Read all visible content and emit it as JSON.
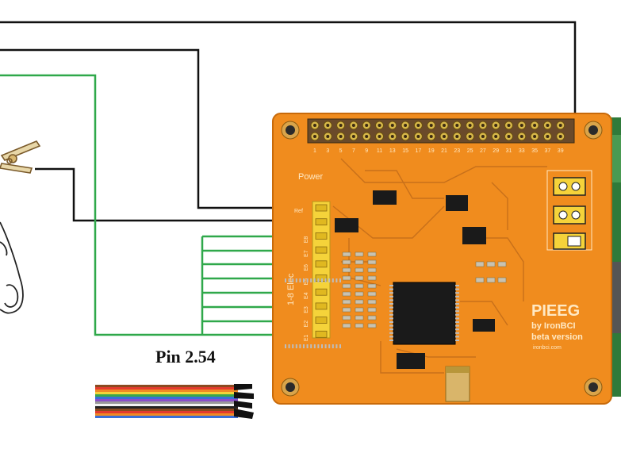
{
  "caption": "Pin 2.54",
  "board": {
    "title": "PIEEG",
    "by_line": "by IronBCI",
    "version_line": "beta version",
    "url_line": "ironbci.com",
    "power_label": "Power",
    "ref_label": "Ref",
    "electrodes_label": "1-8 Elec",
    "channel_labels": [
      "E8",
      "E7",
      "E6",
      "E5",
      "E4",
      "E3",
      "E2",
      "E1"
    ],
    "header_pin_numbers": [
      "1",
      "3",
      "5",
      "7",
      "9",
      "11",
      "13",
      "15",
      "17",
      "19",
      "21",
      "23",
      "25",
      "27",
      "29",
      "31",
      "33",
      "35",
      "37",
      "39"
    ]
  },
  "colors": {
    "board": "#f08c1e",
    "board_edge": "#c86a0a",
    "chip": "#1a1a1a",
    "header_pin": "#d8b84a",
    "green_wire": "#2fa84a",
    "black_wire": "#111111",
    "jumper_yellow": "#f5d33a"
  },
  "icons": {
    "ear_clip": "ear-clip-electrode-icon",
    "finger": "finger-outline-icon",
    "ribbon_cable": "rainbow-ribbon-cable-icon"
  }
}
